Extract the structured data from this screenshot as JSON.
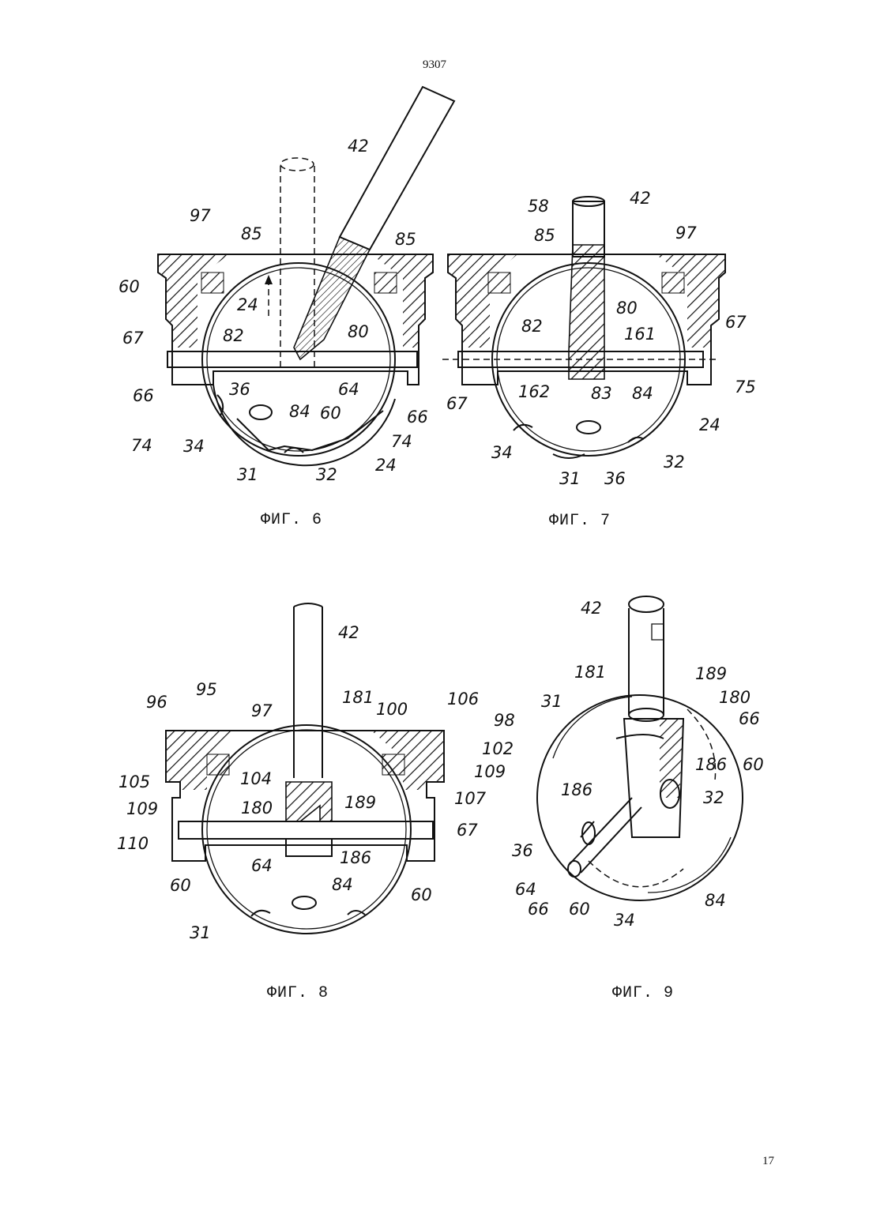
{
  "header": {
    "doc_number": "9307"
  },
  "footer": {
    "page_number": "17"
  },
  "figures": {
    "fig6": {
      "caption": "ФИГ. 6",
      "labels": {
        "l42": "42",
        "l97": "97",
        "l85a": "85",
        "l85b": "85",
        "l60a": "60",
        "l24a": "24",
        "l82": "82",
        "l80": "80",
        "l67": "67",
        "l66a": "66",
        "l36": "36",
        "l64": "64",
        "l84": "84",
        "l60b": "60",
        "l66b": "66",
        "l74a": "74",
        "l34": "34",
        "l74b": "74",
        "l31": "31",
        "l32": "32",
        "l24b": "24"
      }
    },
    "fig7": {
      "caption": "ФИГ. 7",
      "labels": {
        "l58": "58",
        "l85": "85",
        "l42": "42",
        "l97": "97",
        "l80": "80",
        "l82": "82",
        "l161": "161",
        "l67a": "67",
        "l67b": "67",
        "l75": "75",
        "l162": "162",
        "l83": "83",
        "l84": "84",
        "l24": "24",
        "l34": "34",
        "l31": "31",
        "l36": "36",
        "l32": "32"
      }
    },
    "fig8": {
      "caption": "ФИГ. 8",
      "labels": {
        "l42": "42",
        "l96": "96",
        "l95": "95",
        "l97": "97",
        "l181": "181",
        "l100": "100",
        "l106": "106",
        "l98": "98",
        "l102": "102",
        "l105": "105",
        "l104": "104",
        "l109a": "109",
        "l109b": "109",
        "l107": "107",
        "l180": "180",
        "l189": "189",
        "l110": "110",
        "l67": "67",
        "l64": "64",
        "l186": "186",
        "l84": "84",
        "l60a": "60",
        "l60b": "60",
        "l31": "31"
      }
    },
    "fig9": {
      "caption": "ФИГ. 9",
      "labels": {
        "l42": "42",
        "l181": "181",
        "l189": "189",
        "l31": "31",
        "l180": "180",
        "l66a": "66",
        "l186a": "186",
        "l60a": "60",
        "l186b": "186",
        "l32": "32",
        "l36": "36",
        "l64": "64",
        "l66b": "66",
        "l60b": "60",
        "l34": "34",
        "l84": "84"
      }
    }
  }
}
